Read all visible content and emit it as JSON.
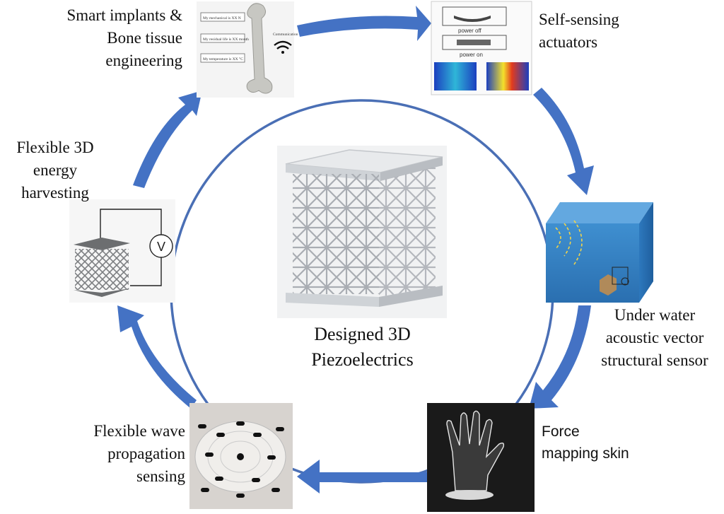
{
  "center": {
    "title": "Designed 3D\nPiezoelectrics"
  },
  "nodes": {
    "implants": {
      "label": "Smart implants &\nBone tissue\nengineering",
      "notes": [
        "My mechanical is XX N",
        "My residual life is XX month",
        "My temperature is XX °C"
      ],
      "comm": "Communication"
    },
    "actuators": {
      "label": "Self-sensing\nactuators",
      "off": "power off",
      "on": "power on"
    },
    "underwater": {
      "label": "Under water\nacoustic vector\nstructural sensor"
    },
    "force": {
      "label": "Force\nmapping skin"
    },
    "wave": {
      "label": "Flexible wave\npropagation\nsensing"
    },
    "energy": {
      "label": "Flexible 3D\nenergy\nharvesting",
      "meter": "V"
    }
  },
  "colors": {
    "arrow": "#4472c4",
    "circle": "#4a6fb5",
    "lattice": "#bfc3c8"
  }
}
